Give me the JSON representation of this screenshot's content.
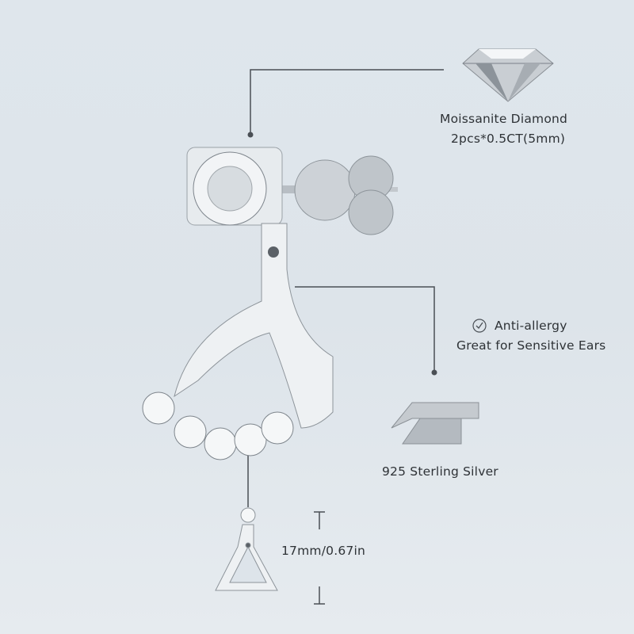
{
  "features": {
    "gem": {
      "title": "Moissanite Diamond",
      "spec": "2pcs*0.5CT(5mm)"
    },
    "allergy": {
      "icon": "check-circle-icon",
      "title": "Anti-allergy",
      "subtitle": "Great for Sensitive Ears"
    },
    "material": {
      "title": "925 Sterling Silver"
    },
    "size": {
      "label": "17mm/0.67in"
    }
  },
  "colors": {
    "background": "#dde4ea",
    "line": "#4a4f55",
    "text": "#2e3236"
  }
}
